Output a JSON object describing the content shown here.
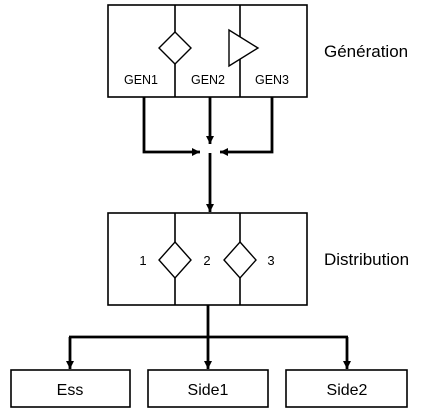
{
  "generation": {
    "label": "Génération",
    "units": [
      "GEN1",
      "GEN2",
      "GEN3"
    ]
  },
  "distribution": {
    "label": "Distribution",
    "buses": [
      "1",
      "2",
      "3"
    ]
  },
  "loads": [
    "Ess",
    "Side1",
    "Side2"
  ]
}
